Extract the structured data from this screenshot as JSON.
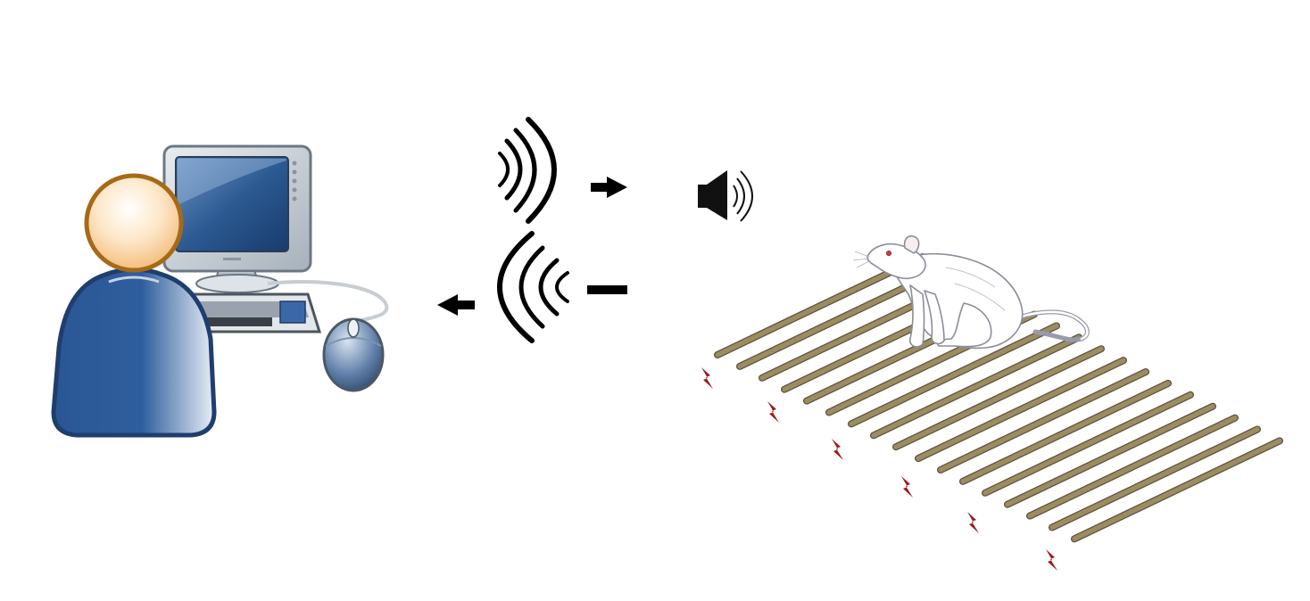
{
  "diagram": {
    "nodes": [
      {
        "id": "operator",
        "icon": "user-at-computer-icon"
      },
      {
        "id": "wireless",
        "icon": "wireless-signal-icon"
      },
      {
        "id": "speaker",
        "icon": "speaker-icon"
      },
      {
        "id": "subject",
        "icon": "rat-icon"
      },
      {
        "id": "grid",
        "icon": "electrified-grid-floor-icon"
      }
    ],
    "signals": [
      {
        "direction": "outgoing",
        "icon": "signal-right-arrow-icon"
      },
      {
        "direction": "incoming",
        "icon": "signal-left-arrow-icon"
      }
    ],
    "shock_markers": {
      "count": 6,
      "icon": "lightning-bolt-icon",
      "color": "#9b1c1c"
    },
    "grid": {
      "bar_count": 17,
      "bar_color": "#9b8c62",
      "bar_outline": "#5c533b"
    },
    "colors": {
      "person_body": "#2f5e9e",
      "person_head": "#f6c98e",
      "person_head_outline": "#a66a17",
      "monitor_screen": "#1d4a84",
      "speaker": "#111111",
      "arrow": "#000000"
    }
  }
}
